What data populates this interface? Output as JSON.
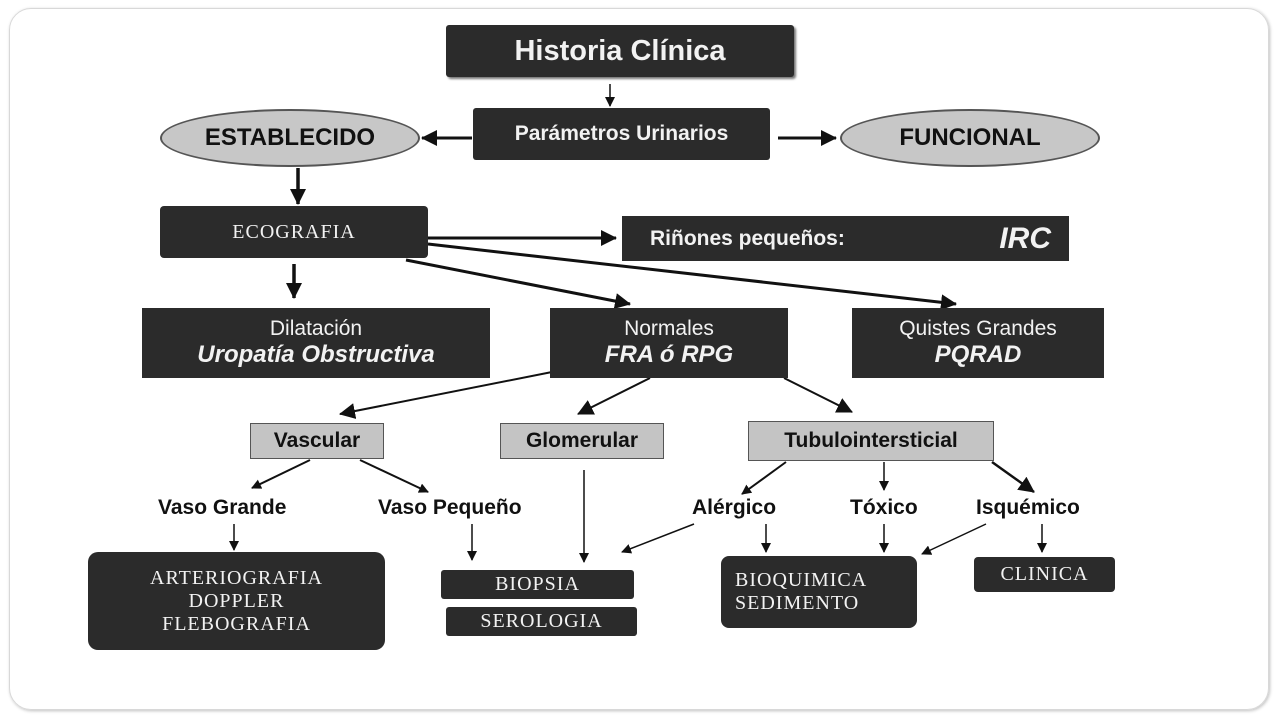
{
  "title": "Historia Clínica",
  "parametros": "Parámetros Urinarios",
  "establecido": "ESTABLECIDO",
  "funcional": "FUNCIONAL",
  "ecografia": "ECOGRAFIA",
  "rinones": {
    "label": "Riñones pequeños:",
    "value": "IRC"
  },
  "dilatacion": {
    "label": "Dilatación",
    "value": "Uropatía Obstructiva"
  },
  "normales": {
    "label": "Normales",
    "value": "FRA ó RPG"
  },
  "quistes": {
    "label": "Quistes Grandes",
    "value": "PQRAD"
  },
  "categories": {
    "vascular": "Vascular",
    "glomerular": "Glomerular",
    "tubulo": "Tubulointersticial"
  },
  "sub": {
    "vaso_grande": "Vaso Grande",
    "vaso_pequeno": "Vaso Pequeño",
    "alergico": "Alérgico",
    "toxico": "Tóxico",
    "isquemico": "Isquémico"
  },
  "tests": {
    "arterio": [
      "ARTERIOGRAFIA",
      "DOPPLER",
      "FLEBOGRAFIA"
    ],
    "biopsia": "BIOPSIA",
    "serologia": "SEROLOGIA",
    "bioquimica": [
      "BIOQUIMICA",
      "SEDIMENTO"
    ],
    "clinica": "CLINICA"
  }
}
